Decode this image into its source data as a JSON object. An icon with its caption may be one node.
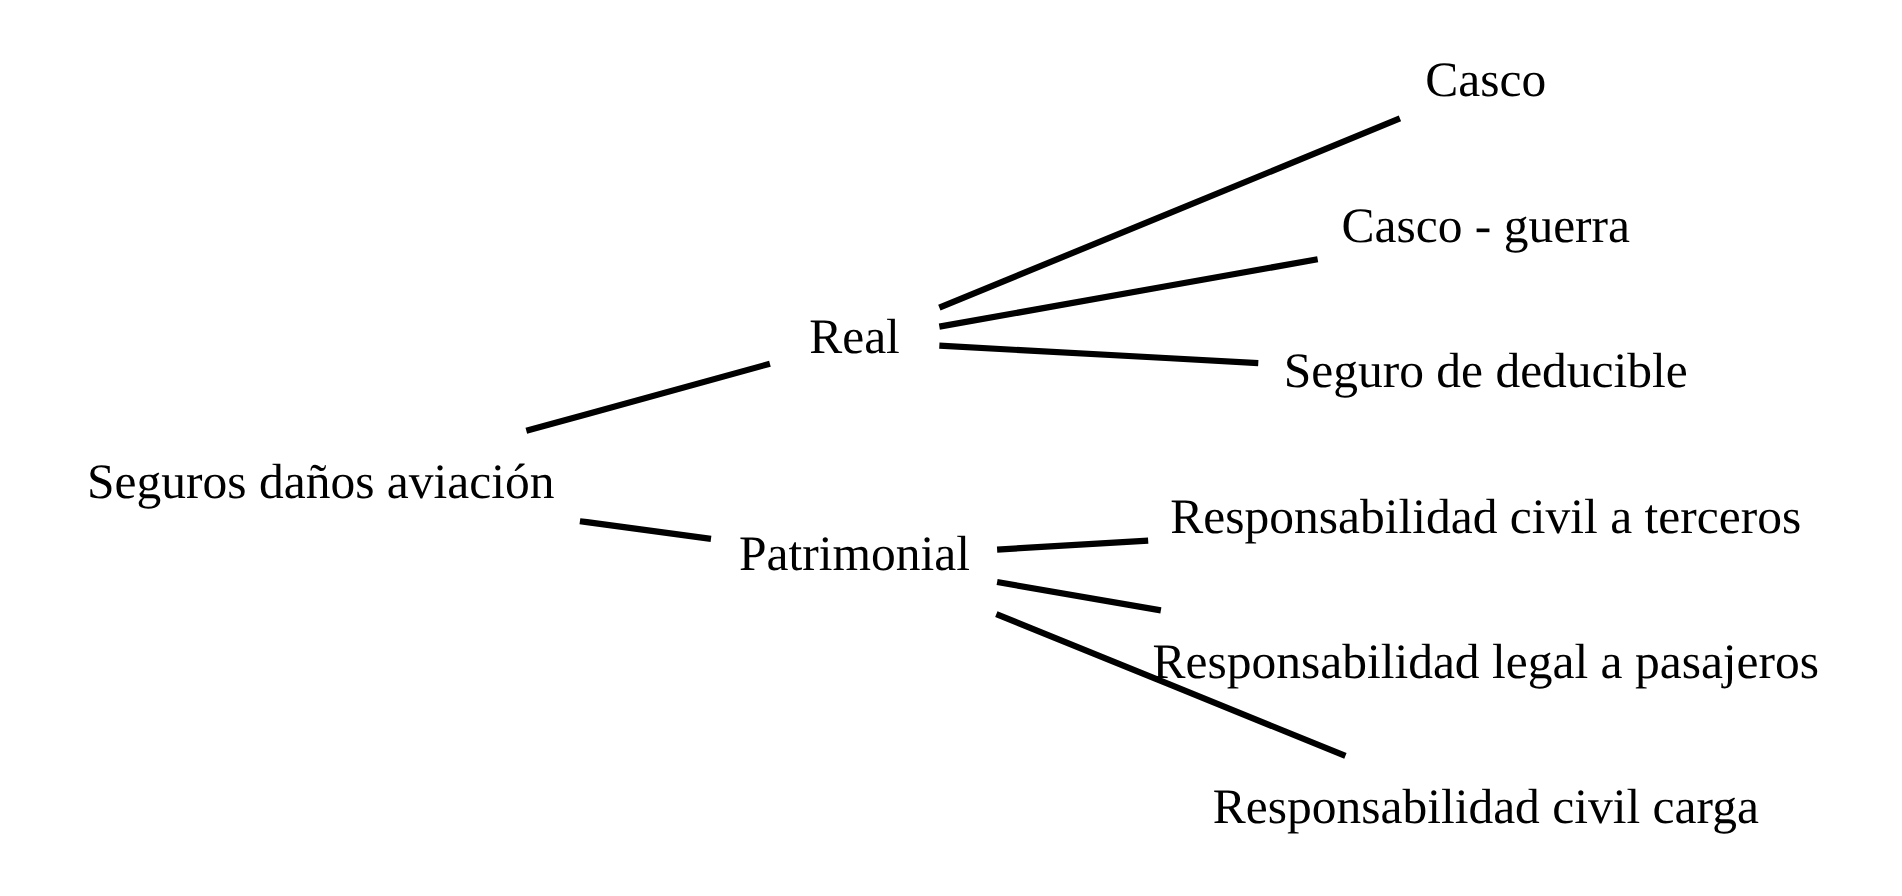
{
  "diagram": {
    "nodes": [
      {
        "text": [
          "Seguros daños aviación"
        ]
      },
      {
        "text": [
          "Real"
        ]
      },
      {
        "text": [
          "Casco"
        ]
      },
      {
        "text": [
          "Casco - guerra"
        ]
      },
      {
        "text": [
          "Seguro de deducible"
        ]
      },
      {
        "text": [
          "Patrimonial"
        ]
      },
      {
        "text": [
          "Responsabilidad civil a terceros"
        ]
      },
      {
        "text": [
          "Responsabilidad legal a pasajeros"
        ]
      },
      {
        "text": [
          "Responsabilidad civil carga"
        ]
      }
    ],
    "edges": [
      {
        "from": 0,
        "to": 1,
        "arrow": "none"
      },
      {
        "from": 0,
        "to": 5,
        "arrow": "none"
      },
      {
        "from": 1,
        "to": 2,
        "arrow": "none"
      },
      {
        "from": 1,
        "to": 3,
        "arrow": "none"
      },
      {
        "from": 1,
        "to": 4,
        "arrow": "none"
      },
      {
        "from": 5,
        "to": 6,
        "arrow": "none"
      },
      {
        "from": 5,
        "to": 7,
        "arrow": "none"
      },
      {
        "from": 5,
        "to": 8,
        "arrow": "none"
      }
    ]
  }
}
